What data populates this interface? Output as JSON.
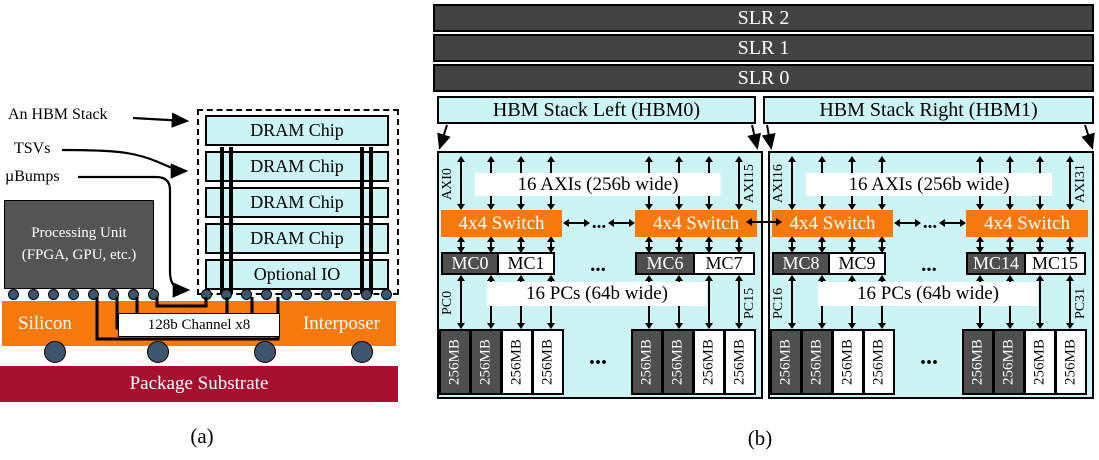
{
  "colors": {
    "panel_cyan": "#CDF4F4",
    "accent_orange": "#F5790D",
    "dark_gray": "#4F4F4F",
    "substrate_red": "#A4102E",
    "bump_blue": "#3D566E"
  },
  "diagram_a": {
    "caption": "(a)",
    "callouts": {
      "stack": "An HBM Stack",
      "tsvs": "TSVs",
      "ubumps": "µBumps"
    },
    "stack_layers": [
      "DRAM Chip",
      "DRAM Chip",
      "DRAM Chip",
      "DRAM Chip",
      "Optional IO"
    ],
    "processing_unit": {
      "line1": "Processing Unit",
      "line2": "(FPGA, GPU, etc.)"
    },
    "interposer": {
      "left": "Silicon",
      "right": "Interposer",
      "channel": "128b Channel x8"
    },
    "substrate": "Package Substrate"
  },
  "diagram_b": {
    "caption": "(b)",
    "slr_bars": [
      "SLR 2",
      "SLR 1",
      "SLR 0"
    ],
    "ellipsis": "...",
    "switch_label": "4x4 Switch",
    "axi_bus_label": "16 AXIs (256b wide)",
    "pc_bus_label": "16 PCs (64b wide)",
    "mem_label": "256MB",
    "stacks": [
      {
        "title": "HBM Stack Left (HBM0)",
        "axi_first": "AXI0",
        "axi_last": "AXI15",
        "mcs": [
          "MC0",
          "MC1",
          "MC6",
          "MC7"
        ],
        "pc_first": "PC0",
        "pc_last": "PC15"
      },
      {
        "title": "HBM Stack Right (HBM1)",
        "axi_first": "AXI16",
        "axi_last": "AXI31",
        "mcs": [
          "MC8",
          "MC9",
          "MC14",
          "MC15"
        ],
        "pc_first": "PC16",
        "pc_last": "PC31"
      }
    ]
  }
}
